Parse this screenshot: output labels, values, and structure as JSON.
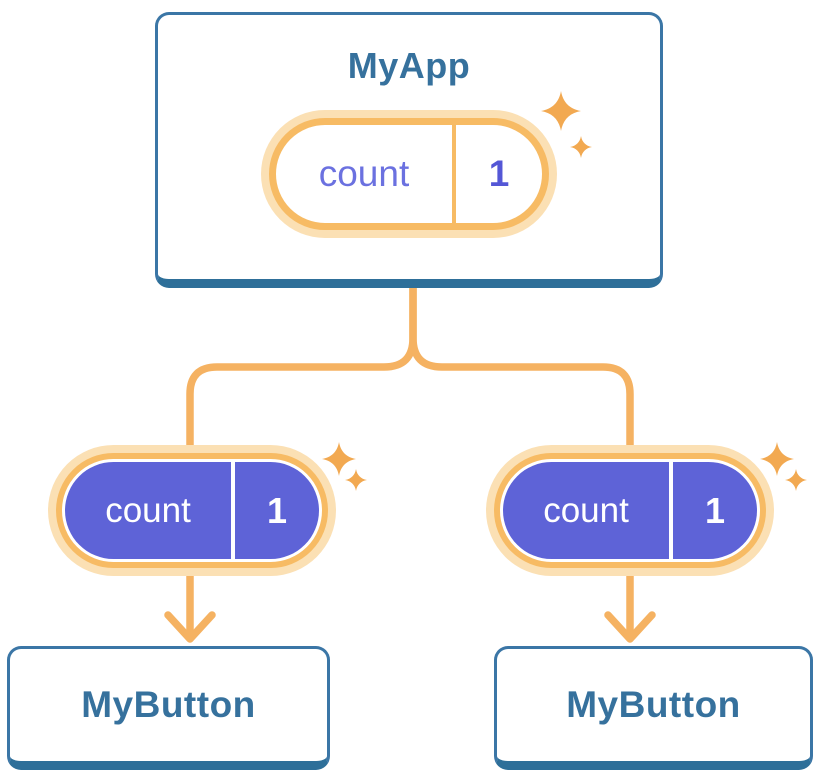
{
  "diagram_type": "react-state-tree",
  "tree": {
    "root": {
      "label": "MyApp",
      "state_pill": {
        "name": "count",
        "value": "1"
      }
    },
    "children": [
      {
        "label": "MyButton",
        "state_pill": {
          "name": "count",
          "value": "1"
        }
      },
      {
        "label": "MyButton",
        "state_pill": {
          "name": "count",
          "value": "1"
        }
      }
    ]
  },
  "edges": [
    {
      "from": "MyApp",
      "to": "MyButton",
      "side": "left",
      "style": "arrow-down"
    },
    {
      "from": "MyApp",
      "to": "MyButton",
      "side": "right",
      "style": "arrow-down"
    }
  ],
  "icons": {
    "sparkle": "four-point-star-pair"
  },
  "colors": {
    "accent": "#F5B262",
    "accent_ring": "#F7BB64",
    "accent_star": "#F2A951",
    "halo": "#FBE0B4",
    "purple_fill": "#5E63D7",
    "purple_name": "#6B71E0",
    "purple_value": "#5457D6",
    "blue_border": "#3B76A6",
    "blue_edge": "#2E6F99",
    "blue_text": "#36719D",
    "bg": "#FFFFFF"
  }
}
